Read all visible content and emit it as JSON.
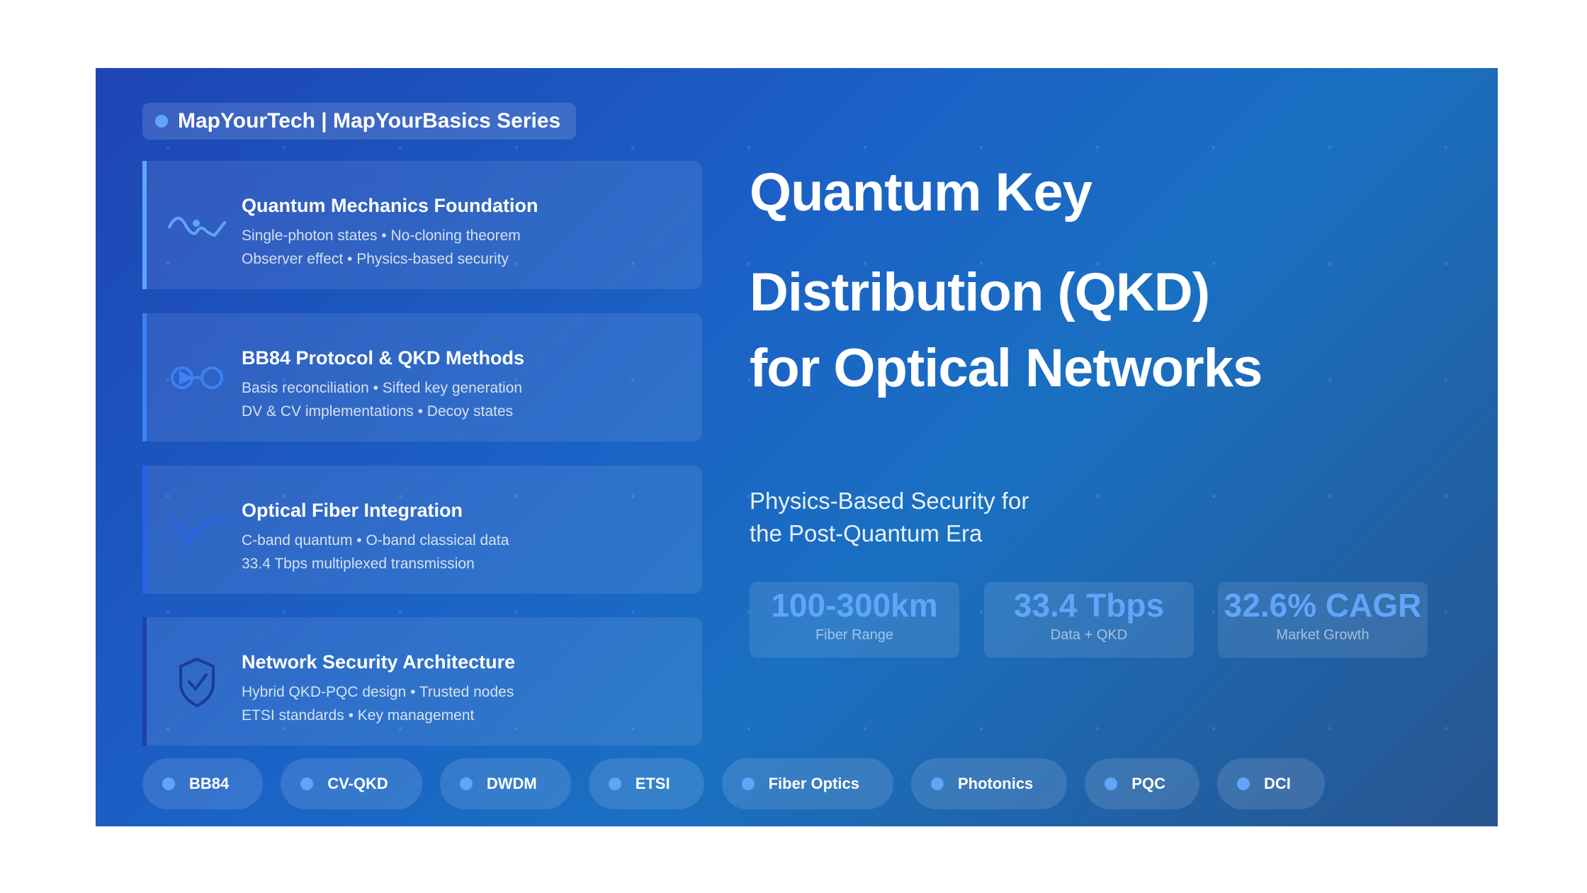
{
  "header": {
    "label": "MapYourTech | MapYourBasics Series"
  },
  "cards": [
    {
      "icon": "wave-icon",
      "title": "Quantum Mechanics Foundation",
      "line1": "Single-photon states • No-cloning theorem",
      "line2": "Observer effect • Physics-based security",
      "accent": "#60a5fa"
    },
    {
      "icon": "link-icon",
      "title": "BB84 Protocol & QKD Methods",
      "line1": "Basis reconciliation • Sifted key generation",
      "line2": "DV & CV implementations • Decoy states",
      "accent": "#3b82f6"
    },
    {
      "icon": "fiber-curve-icon",
      "title": "Optical Fiber Integration",
      "line1": "C-band quantum • O-band classical data",
      "line2": "33.4 Tbps multiplexed transmission",
      "accent": "#2563eb"
    },
    {
      "icon": "shield-check-icon",
      "title": "Network Security Architecture",
      "line1": "Hybrid QKD-PQC design • Trusted nodes",
      "line2": "ETSI standards • Key management",
      "accent": "#1e40af"
    }
  ],
  "hero": {
    "line1": "Quantum Key",
    "line2": "Distribution (QKD)",
    "line3": "for Optical Networks",
    "sub1": "Physics-Based Security for",
    "sub2": "the Post-Quantum Era"
  },
  "stats": [
    {
      "value": "100-300km",
      "label": "Fiber Range"
    },
    {
      "value": "33.4 Tbps",
      "label": "Data + QKD"
    },
    {
      "value": "32.6% CAGR",
      "label": "Market Growth"
    }
  ],
  "tags": [
    "BB84",
    "CV-QKD",
    "DWDM",
    "ETSI",
    "Fiber Optics",
    "Photonics",
    "PQC",
    "DCI"
  ]
}
